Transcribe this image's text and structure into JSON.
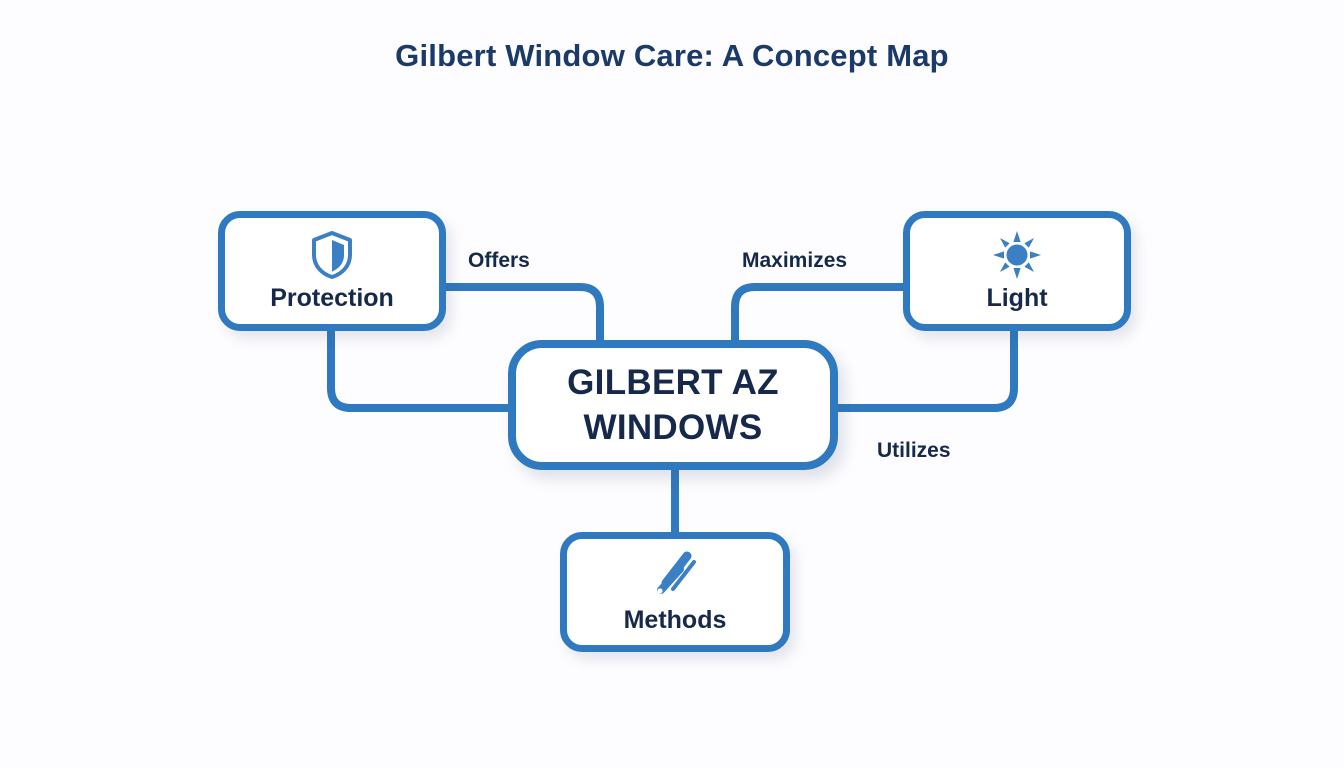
{
  "page": {
    "title": "Gilbert Window Care: A Concept Map",
    "background_color": "#fdfdff"
  },
  "theme": {
    "connector_color": "#2f79c0",
    "node_border_color": "#2f79c0",
    "node_fill_color": "#ffffff",
    "text_color": "#17294a",
    "title_color": "#1b3a68",
    "icon_color": "#3b7fc4"
  },
  "diagram": {
    "type": "concept-map",
    "center_node": {
      "id": "gilbert-az-windows",
      "label_line1": "GILBERT AZ",
      "label_line2": "WINDOWS"
    },
    "nodes": [
      {
        "id": "protection",
        "label": "Protection",
        "icon": "shield-icon"
      },
      {
        "id": "light",
        "label": "Light",
        "icon": "sun-icon"
      },
      {
        "id": "methods",
        "label": "Methods",
        "icon": "squeegee-icon"
      }
    ],
    "edges": [
      {
        "from": "gilbert-az-windows",
        "to": "protection",
        "label": "Offers"
      },
      {
        "from": "gilbert-az-windows",
        "to": "light",
        "label": "Maximizes"
      },
      {
        "from": "gilbert-az-windows",
        "to": "methods",
        "label": "Utilizes"
      }
    ]
  }
}
